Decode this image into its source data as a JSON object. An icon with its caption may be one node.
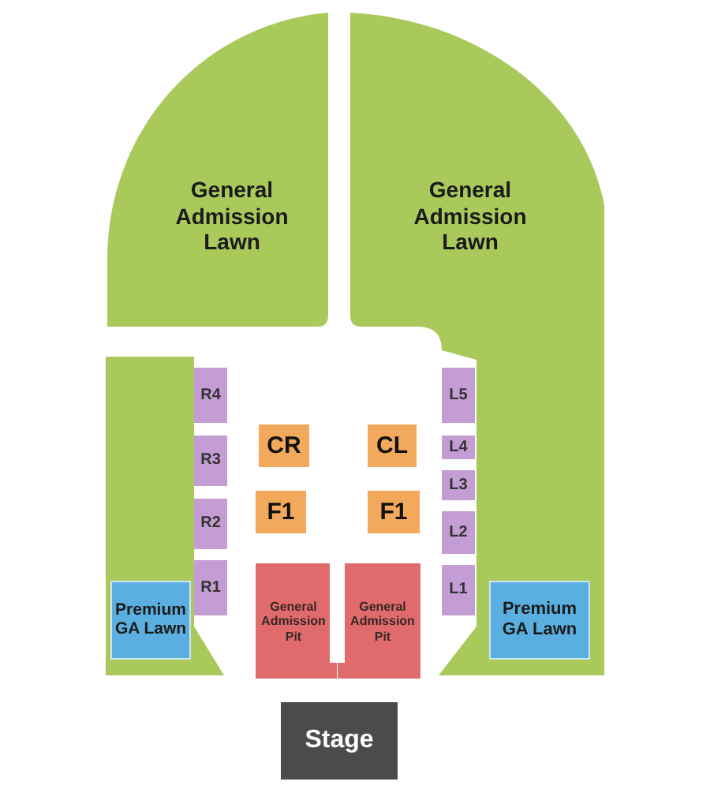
{
  "diagram": {
    "nodes": [
      {
        "text": [
          "General Admission Lawn"
        ]
      },
      {
        "text": [
          "General Admission Lawn"
        ]
      },
      {
        "text": [],
        "shape": "box"
      },
      {
        "text": [
          "R4"
        ]
      },
      {
        "text": [
          "L5"
        ]
      },
      {
        "text": [
          "CR"
        ]
      },
      {
        "text": [
          "CL"
        ]
      },
      {
        "text": [
          "R3"
        ]
      },
      {
        "text": [
          "L4"
        ]
      },
      {
        "text": [
          "L3"
        ]
      },
      {
        "text": [
          "F1"
        ]
      },
      {
        "text": [
          "F1"
        ]
      },
      {
        "text": [
          "R2"
        ]
      },
      {
        "text": [
          "L2"
        ]
      },
      {
        "text": [
          "R1"
        ]
      },
      {
        "text": [
          "General Admission Pit"
        ]
      },
      {
        "text": [
          "General Admission Pit"
        ]
      },
      {
        "text": [
          "L1"
        ]
      },
      {
        "text": [
          "Premium GA Lawn"
        ],
        "in": 2
      },
      {
        "text": [
          "Premium GA Lawn"
        ],
        "in": 1
      },
      {
        "text": [
          "Stage"
        ]
      }
    ]
  }
}
